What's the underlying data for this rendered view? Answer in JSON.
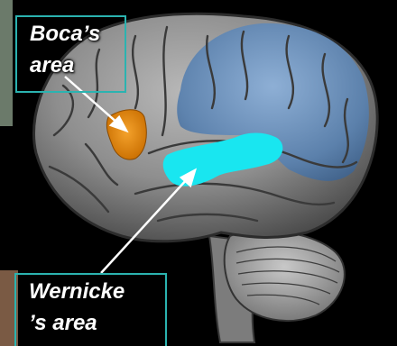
{
  "labels": {
    "broca": {
      "line1": "Boca’s",
      "line2": "area"
    },
    "wernicke": {
      "line1": "Wernicke",
      "line2": "’s area"
    }
  },
  "colors": {
    "background": "#000000",
    "brain": "#8f8f8f",
    "temporal_lobe_blue": "#5f86b3",
    "broca_orange": "#e58a0f",
    "wernicke_cyan": "#19e6f0",
    "label_border": "#2bb3b0",
    "arrow": "#ffffff"
  }
}
